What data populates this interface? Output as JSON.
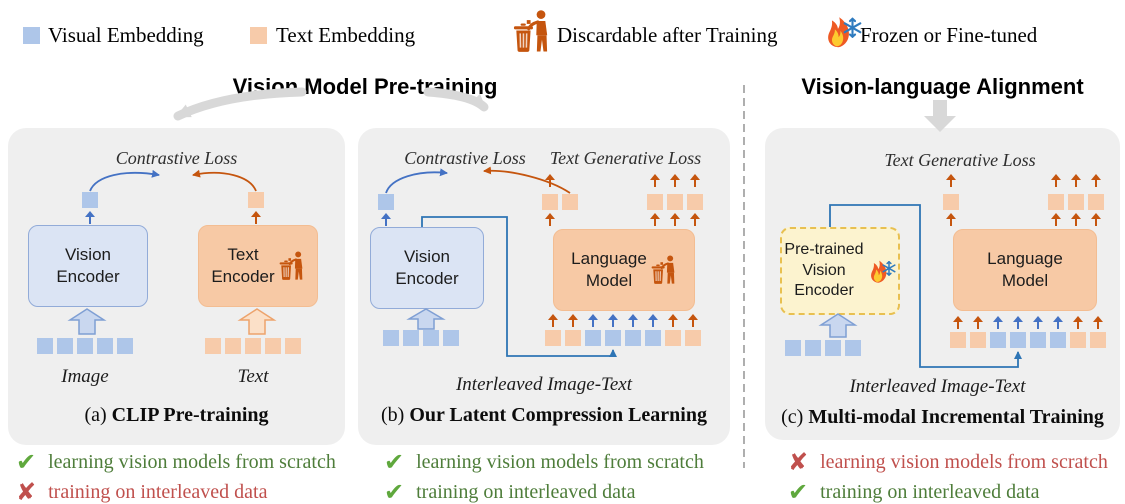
{
  "figure": {
    "legend": [
      {
        "icon": "visual-embedding-swatch",
        "label": "Visual Embedding",
        "color": "#aec6e9"
      },
      {
        "icon": "text-embedding-swatch",
        "label": "Text Embedding",
        "color": "#f7cbaa"
      },
      {
        "icon": "trash-person",
        "label": "Discardable after Training",
        "color": "#c5550e"
      },
      {
        "icon": "flame-snowflake",
        "label": "Frozen or Fine-tuned"
      }
    ],
    "stage_headers": {
      "left": "Vision Model Pre-training",
      "right": "Vision-language Alignment"
    },
    "panels": {
      "a": {
        "loss_contrastive": "Contrastive Loss",
        "vision_encoder": "Vision\nEncoder",
        "text_encoder": "Text\nEncoder",
        "image_label": "Image",
        "text_label": "Text",
        "caption_prefix": "(a)",
        "caption_title": "CLIP Pre-training"
      },
      "b": {
        "loss_contrastive": "Contrastive Loss",
        "loss_generative": "Text Generative Loss",
        "vision_encoder": "Vision\nEncoder",
        "language_model": "Language\nModel",
        "interleaved_label": "Interleaved Image-Text",
        "caption_prefix": "(b)",
        "caption_title": "Our Latent Compression Learning"
      },
      "c": {
        "loss_generative": "Text Generative Loss",
        "vision_encoder": "Pre-trained\nVision\nEncoder",
        "language_model": "Language\nModel",
        "interleaved_label": "Interleaved Image-Text",
        "caption_prefix": "(c)",
        "caption_title": "Multi-modal Incremental Training"
      }
    },
    "tokens": {
      "single_visual": "V",
      "single_text": "T",
      "a_image_row": "VVVVV",
      "a_text_row": "TTTTT",
      "b_vision_row": "VVVV",
      "b_interleaved_row": "TTVVVVTT",
      "b_out_left": "TT",
      "b_out_left_arrows": "T.",
      "b_out_right": "TTT",
      "c_vision_row": "VVVV",
      "c_interleaved_row": "TTVVVVTT",
      "c_out_left": "T",
      "c_out_right": "TTT"
    },
    "features": {
      "a": [
        {
          "icon": "✔",
          "label": "learning vision models from scratch"
        },
        {
          "icon": "✘",
          "label": "training on interleaved data"
        }
      ],
      "b": [
        {
          "icon": "✔",
          "label": "learning vision models from scratch"
        },
        {
          "icon": "✔",
          "label": "training on interleaved data"
        }
      ],
      "c": [
        {
          "icon": "✘",
          "label": "learning vision models from scratch"
        },
        {
          "icon": "✔",
          "label": "training on interleaved data"
        }
      ]
    },
    "colors": {
      "visual_embedding": "#aec6e9",
      "text_embedding": "#f7cbaa",
      "orange_accent": "#c5550e",
      "blue_accent": "#4472c4",
      "connector_blue": "#2e75b5",
      "panel_bg": "#efefef",
      "yellow_box": "#fcf3cf",
      "green_text": "#4e7d3a",
      "red_text": "#c0504d",
      "gray_arrow": "#d8d8d8"
    }
  }
}
